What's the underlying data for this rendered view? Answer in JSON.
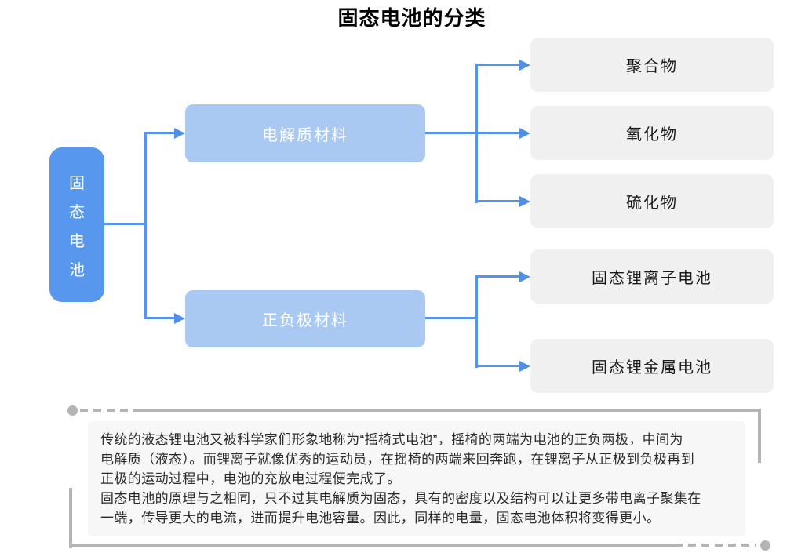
{
  "title": "固态电池的分类",
  "diagram": {
    "root": {
      "label": "固态电池",
      "chars": [
        "固",
        "态",
        "电",
        "池"
      ]
    },
    "branches": [
      {
        "label": "电解质材料",
        "children": [
          "聚合物",
          "氧化物",
          "硫化物"
        ]
      },
      {
        "label": "正负极材料",
        "children": [
          "固态锂离子电池",
          "固态锂金属电池"
        ]
      }
    ]
  },
  "note": {
    "lines": [
      "传统的液态锂电池又被科学家们形象地称为“摇椅式电池”，摇椅的两端为电池的正负两极，中间为",
      "电解质（液态）。而锂离子就像优秀的运动员，在摇椅的两端来回奔跑，在锂离子从正极到负极再到",
      "正极的运动过程中，电池的充放电过程便完成了。",
      "固态电池的原理与之相同，只不过其电解质为固态，具有的密度以及结构可以让更多带电离子聚集在",
      "一端，传导更大的电流，进而提升电池容量。因此，同样的电量，固态电池体积将变得更小。"
    ]
  },
  "colors": {
    "root_box": "#5897ee",
    "branch_box": "#a9c9f2",
    "leaf_box": "#f0f0f0",
    "connector": "#5594ea",
    "note_background": "#f7f7f7",
    "decor_gray": "#b4b4b4",
    "text_dark": "#2b2b2b"
  }
}
